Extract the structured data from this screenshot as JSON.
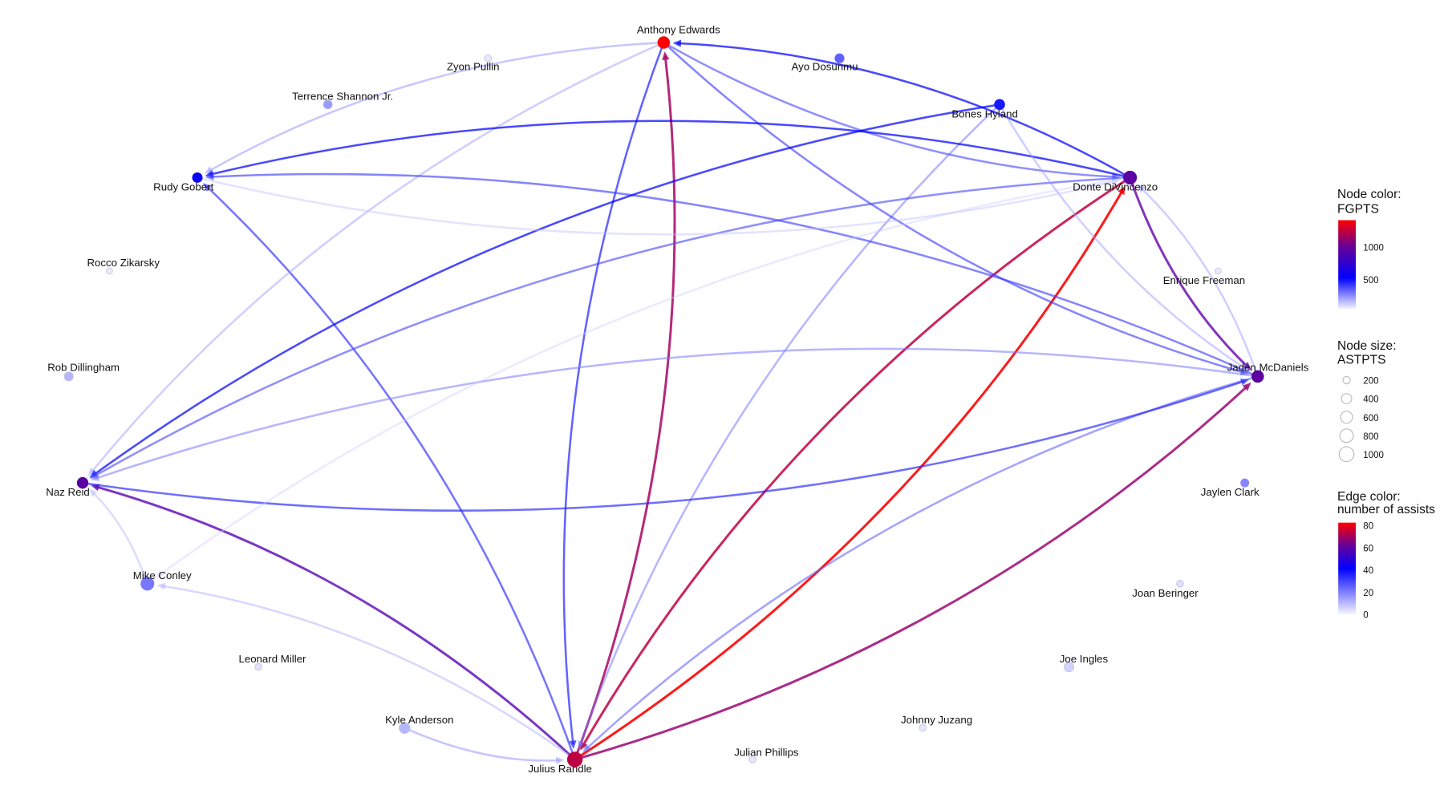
{
  "nodes": [
    {
      "name": "Anthony Edwards",
      "fgpts": 1350,
      "astpts": 500
    },
    {
      "name": "Zyon Pullin",
      "fgpts": 20,
      "astpts": 80
    },
    {
      "name": "Ayo Dosunmu",
      "fgpts": 300,
      "astpts": 250
    },
    {
      "name": "Terrence Shannon Jr.",
      "fgpts": 180,
      "astpts": 200
    },
    {
      "name": "Bones Hyland",
      "fgpts": 450,
      "astpts": 350
    },
    {
      "name": "Rudy Gobert",
      "fgpts": 550,
      "astpts": 300
    },
    {
      "name": "Donte DiVincenzo",
      "fgpts": 950,
      "astpts": 650
    },
    {
      "name": "Rocco Zikarsky",
      "fgpts": 10,
      "astpts": 50
    },
    {
      "name": "Enrique Freeman",
      "fgpts": 15,
      "astpts": 50
    },
    {
      "name": "Rob Dillingham",
      "fgpts": 120,
      "astpts": 200
    },
    {
      "name": "Jaden McDaniels",
      "fgpts": 950,
      "astpts": 500
    },
    {
      "name": "Naz Reid",
      "fgpts": 950,
      "astpts": 400
    },
    {
      "name": "Jaylen Clark",
      "fgpts": 220,
      "astpts": 180
    },
    {
      "name": "Mike Conley",
      "fgpts": 250,
      "astpts": 650
    },
    {
      "name": "Joan Beringer",
      "fgpts": 40,
      "astpts": 80
    },
    {
      "name": "Leonard Miller",
      "fgpts": 30,
      "astpts": 80
    },
    {
      "name": "Joe Ingles",
      "fgpts": 60,
      "astpts": 250
    },
    {
      "name": "Kyle Anderson",
      "fgpts": 120,
      "astpts": 350
    },
    {
      "name": "Johnny Juzang",
      "fgpts": 20,
      "astpts": 80
    },
    {
      "name": "Julius Randle",
      "fgpts": 1200,
      "astpts": 900
    },
    {
      "name": "Julian Phillips",
      "fgpts": 20,
      "astpts": 80
    }
  ],
  "edges": [
    {
      "from": "Julius Randle",
      "to": "Anthony Edwards",
      "assists": 66
    },
    {
      "from": "Anthony Edwards",
      "to": "Julius Randle",
      "assists": 36
    },
    {
      "from": "Julius Randle",
      "to": "Donte DiVincenzo",
      "assists": 82
    },
    {
      "from": "Donte DiVincenzo",
      "to": "Julius Randle",
      "assists": 70
    },
    {
      "from": "Julius Randle",
      "to": "Jaden McDaniels",
      "assists": 64
    },
    {
      "from": "Jaden McDaniels",
      "to": "Julius Randle",
      "assists": 24
    },
    {
      "from": "Julius Randle",
      "to": "Naz Reid",
      "assists": 54
    },
    {
      "from": "Julius Randle",
      "to": "Rudy Gobert",
      "assists": 33
    },
    {
      "from": "Julius Randle",
      "to": "Mike Conley",
      "assists": 12
    },
    {
      "from": "Kyle Anderson",
      "to": "Julius Randle",
      "assists": 16
    },
    {
      "from": "Bones Hyland",
      "to": "Julius Randle",
      "assists": 20
    },
    {
      "from": "Donte DiVincenzo",
      "to": "Jaden McDaniels",
      "assists": 56
    },
    {
      "from": "Jaden McDaniels",
      "to": "Donte DiVincenzo",
      "assists": 14
    },
    {
      "from": "Donte DiVincenzo",
      "to": "Anthony Edwards",
      "assists": 40
    },
    {
      "from": "Anthony Edwards",
      "to": "Donte DiVincenzo",
      "assists": 28
    },
    {
      "from": "Anthony Edwards",
      "to": "Jaden McDaniels",
      "assists": 30
    },
    {
      "from": "Anthony Edwards",
      "to": "Rudy Gobert",
      "assists": 16
    },
    {
      "from": "Anthony Edwards",
      "to": "Naz Reid",
      "assists": 14
    },
    {
      "from": "Donte DiVincenzo",
      "to": "Rudy Gobert",
      "assists": 40
    },
    {
      "from": "Jaden McDaniels",
      "to": "Rudy Gobert",
      "assists": 30
    },
    {
      "from": "Bones Hyland",
      "to": "Naz Reid",
      "assists": 40
    },
    {
      "from": "Donte DiVincenzo",
      "to": "Naz Reid",
      "assists": 28
    },
    {
      "from": "Naz Reid",
      "to": "Jaden McDaniels",
      "assists": 34
    },
    {
      "from": "Jaden McDaniels",
      "to": "Naz Reid",
      "assists": 20
    },
    {
      "from": "Mike Conley",
      "to": "Naz Reid",
      "assists": 10
    },
    {
      "from": "Donte DiVincenzo",
      "to": "Mike Conley",
      "assists": 6
    },
    {
      "from": "Bones Hyland",
      "to": "Jaden McDaniels",
      "assists": 14
    },
    {
      "from": "Rudy Gobert",
      "to": "Donte DiVincenzo",
      "assists": 8
    }
  ],
  "legend": {
    "node_color": {
      "title1": "Node color:",
      "title2": "FGPTS",
      "ticks": [
        "1000",
        "500"
      ]
    },
    "node_size": {
      "title1": "Node size:",
      "title2": "ASTPTS",
      "ticks": [
        "200",
        "400",
        "600",
        "800",
        "1000"
      ]
    },
    "edge_color": {
      "title1": "Edge color:",
      "title2": "number of assists",
      "ticks": [
        "80",
        "60",
        "40",
        "20",
        "0"
      ]
    }
  },
  "colors": {
    "low": "#eeeeff",
    "mid": "#0000ff",
    "high": "#ff0000"
  }
}
